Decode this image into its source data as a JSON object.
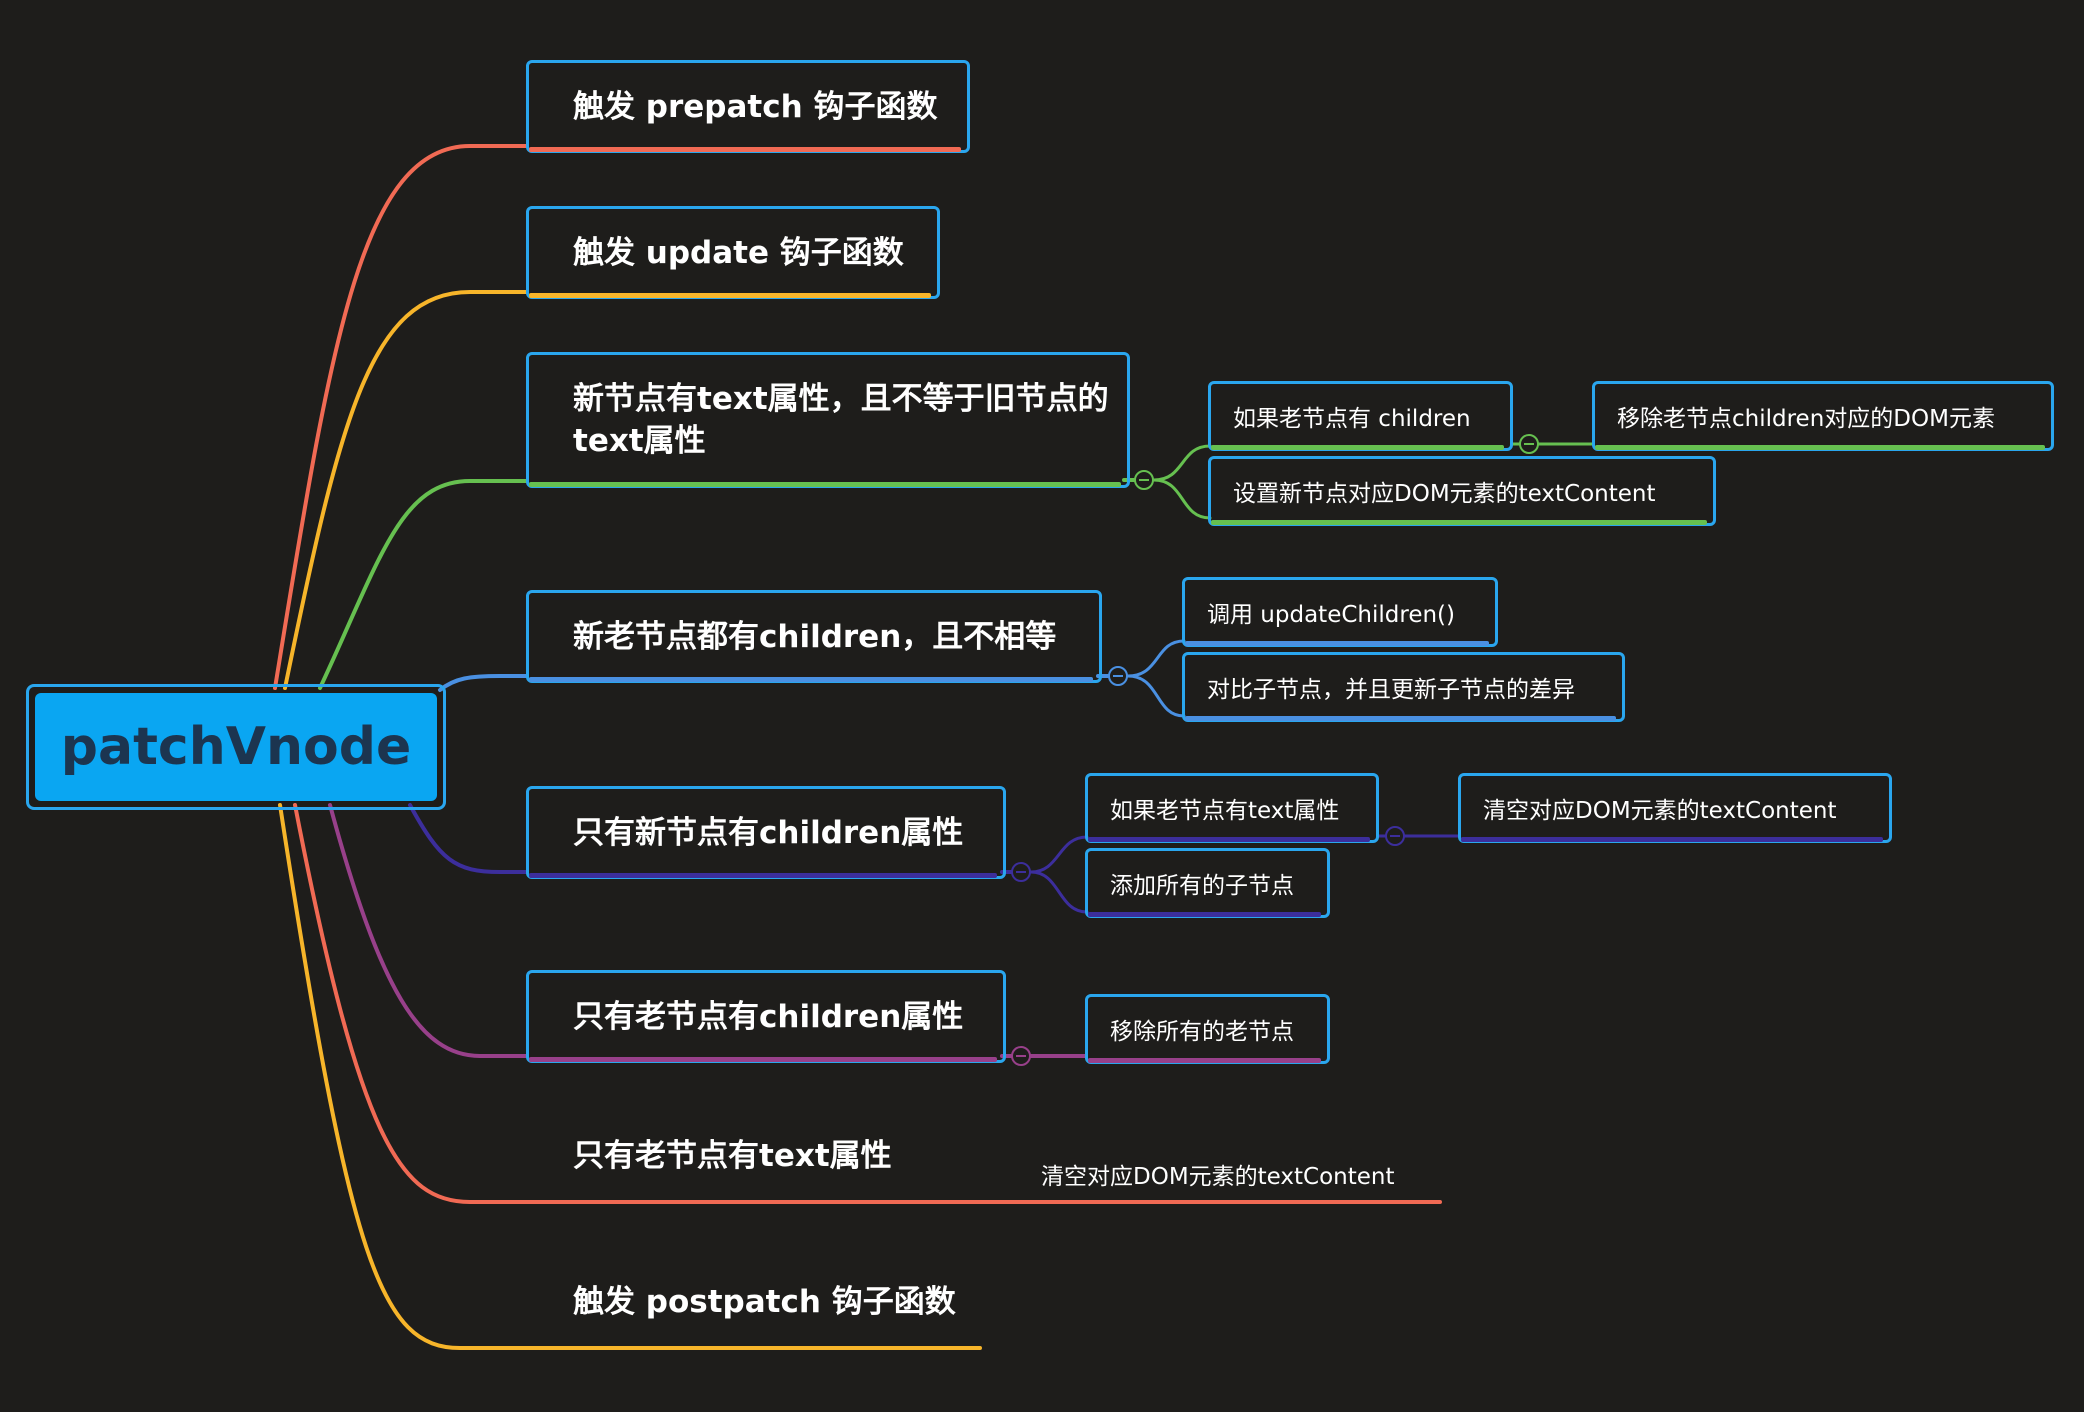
{
  "root": {
    "label": "patchVnode"
  },
  "branches": [
    {
      "label": "触发 prepatch 钩子函数",
      "color": "#f16a54"
    },
    {
      "label": "触发 update 钩子函数",
      "color": "#f7b52a"
    },
    {
      "label": "新节点有text属性，且不等于旧节点的text属性",
      "color": "#66c050",
      "children": [
        {
          "label": "如果老节点有 children",
          "color": "#66c050",
          "children": [
            {
              "label": "移除老节点children对应的DOM元素",
              "color": "#66c050"
            }
          ]
        },
        {
          "label": "设置新节点对应DOM元素的textContent",
          "color": "#66c050"
        }
      ]
    },
    {
      "label": "新老节点都有children，且不相等",
      "color": "#4a90e2",
      "children": [
        {
          "label": "调用 updateChildren()",
          "color": "#4a90e2"
        },
        {
          "label": "对比子节点，并且更新子节点的差异",
          "color": "#4a90e2"
        }
      ]
    },
    {
      "label": "只有新节点有children属性",
      "color": "#3c2e9c",
      "children": [
        {
          "label": "如果老节点有text属性",
          "color": "#3c2e9c",
          "children": [
            {
              "label": "清空对应DOM元素的textContent",
              "color": "#3c2e9c"
            }
          ]
        },
        {
          "label": "添加所有的子节点",
          "color": "#3c2e9c"
        }
      ]
    },
    {
      "label": "只有老节点有children属性",
      "color": "#98408a",
      "children": [
        {
          "label": "移除所有的老节点",
          "color": "#98408a"
        }
      ]
    },
    {
      "label": "只有老节点有text属性",
      "color": "#f16a54",
      "children": [
        {
          "label": "清空对应DOM元素的textContent",
          "color": "#f16a54"
        }
      ]
    },
    {
      "label": "触发 postpatch 钩子函数",
      "color": "#f7b52a"
    }
  ],
  "theme": {
    "background": "#1e1d1b",
    "node_border": "#2aa6ee",
    "root_fill": "#0aa6f2",
    "root_text": "#1c3550"
  }
}
